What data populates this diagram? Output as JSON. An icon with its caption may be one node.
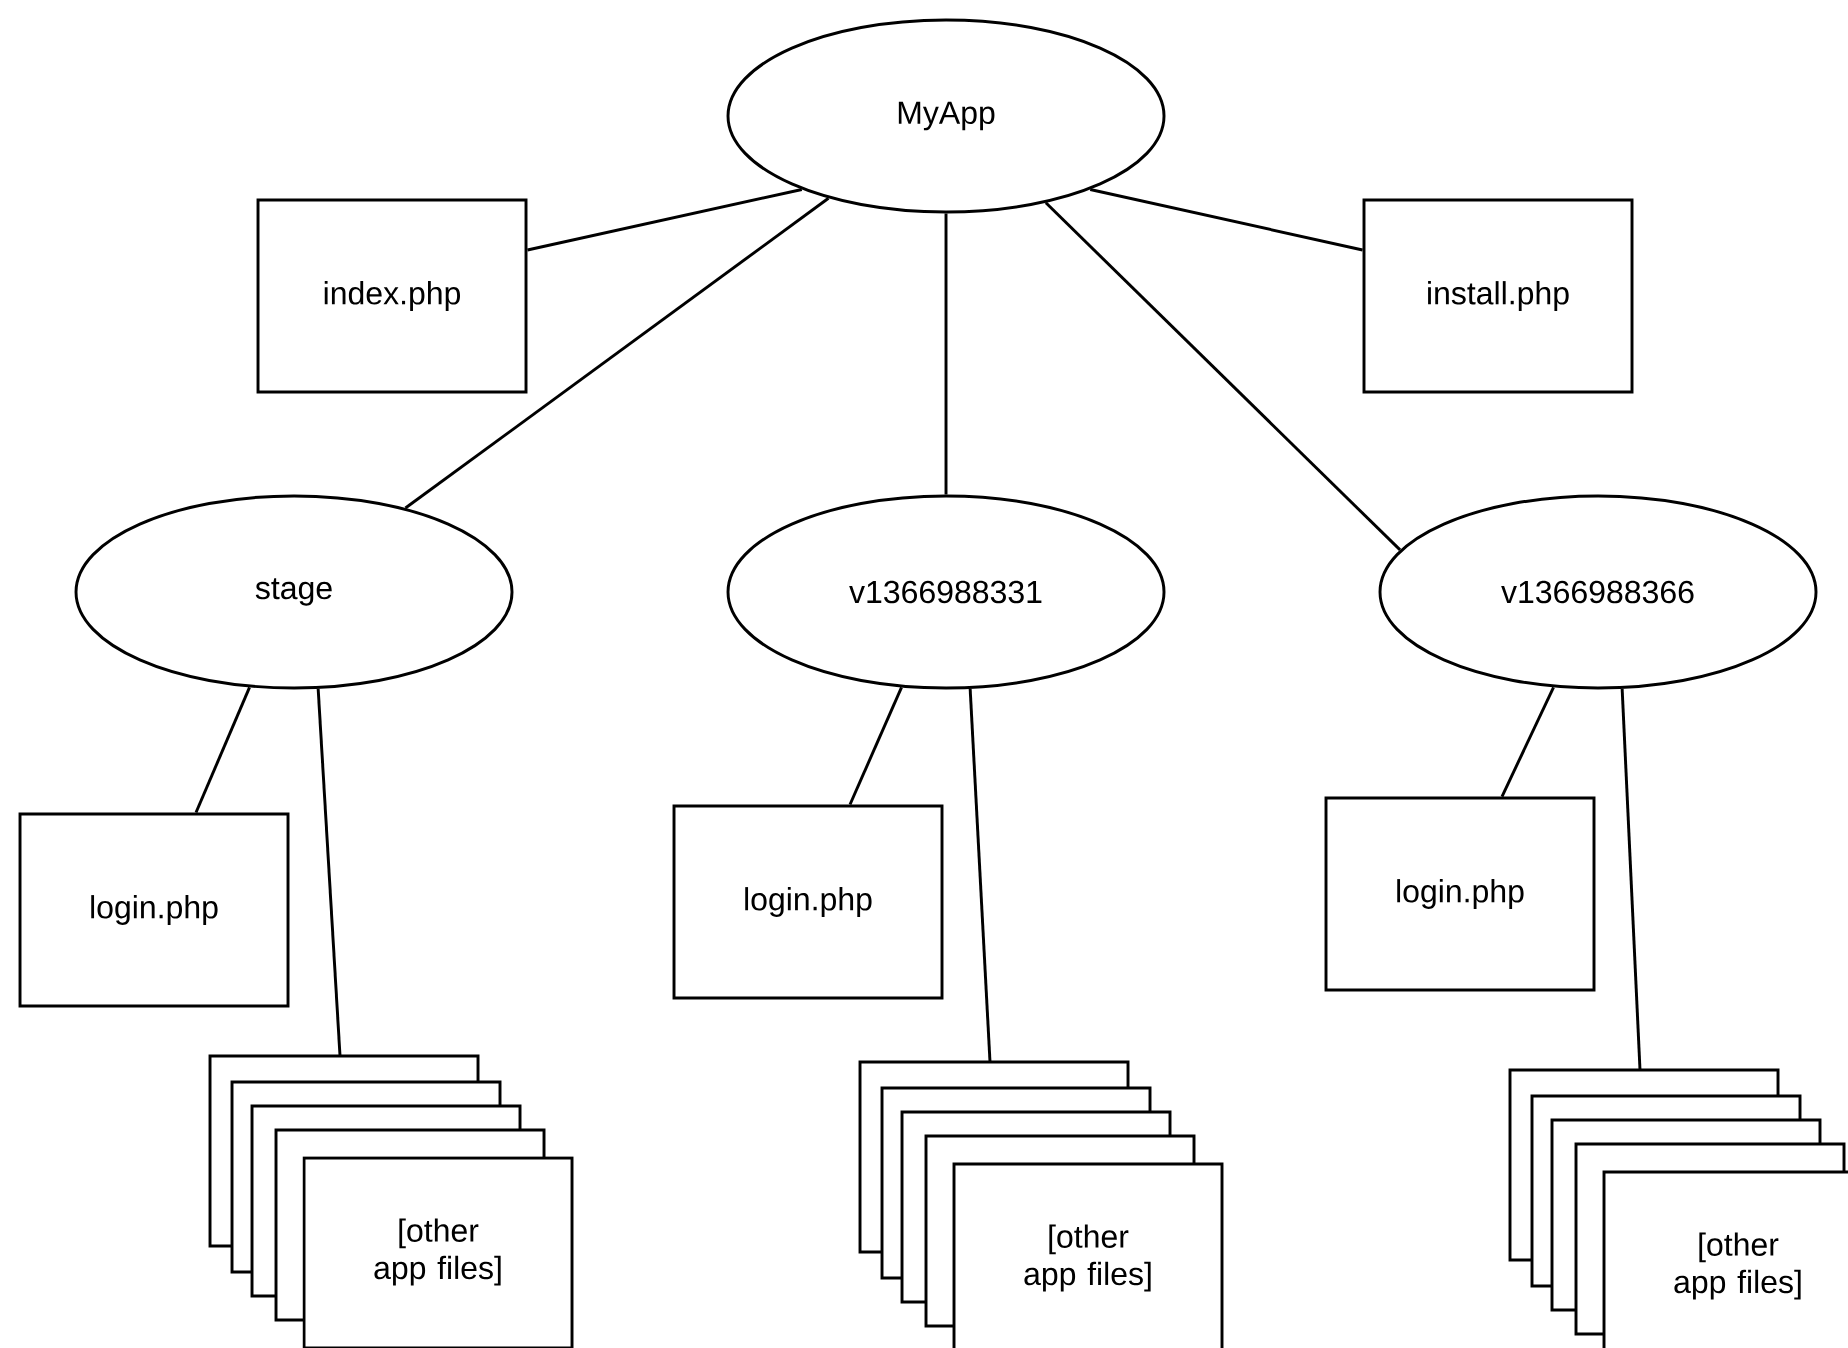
{
  "diagram": {
    "nodes": [
      {
        "text": [
          "MyApp"
        ]
      },
      {
        "text": [
          "index.php"
        ]
      },
      {
        "text": [
          "install.php"
        ]
      },
      {
        "text": [
          "stage"
        ]
      },
      {
        "text": [
          "v1366988331"
        ]
      },
      {
        "text": [
          "v1366988366"
        ]
      },
      {
        "text": [
          "login.php"
        ]
      },
      {
        "text": [
          "[other app files]"
        ]
      },
      {
        "text": [
          "login.php"
        ]
      },
      {
        "text": [
          "[other app files]"
        ]
      },
      {
        "text": [
          "login.php"
        ]
      },
      {
        "text": [
          "[other app files]"
        ]
      }
    ],
    "edges": [
      {
        "from": 0,
        "to": 1,
        "arrow": "none"
      },
      {
        "from": 0,
        "to": 2,
        "arrow": "none"
      },
      {
        "from": 0,
        "to": 3,
        "arrow": "none"
      },
      {
        "from": 0,
        "to": 4,
        "arrow": "none"
      },
      {
        "from": 0,
        "to": 5,
        "arrow": "none"
      },
      {
        "from": 3,
        "to": 6,
        "arrow": "none"
      },
      {
        "from": 3,
        "to": 7,
        "arrow": "none"
      },
      {
        "from": 4,
        "to": 8,
        "arrow": "none"
      },
      {
        "from": 4,
        "to": 9,
        "arrow": "none"
      },
      {
        "from": 5,
        "to": 10,
        "arrow": "none"
      },
      {
        "from": 5,
        "to": 11,
        "arrow": "none"
      }
    ]
  }
}
